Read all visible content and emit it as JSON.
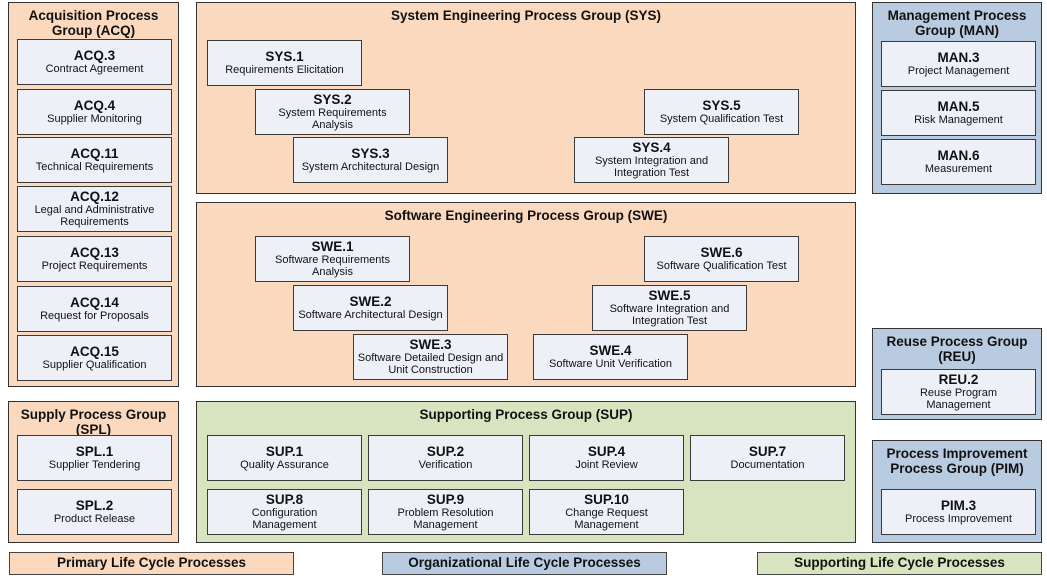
{
  "acq": {
    "title": "Acquisition Process Group (ACQ)",
    "items": [
      {
        "id": "ACQ.3",
        "name": "Contract Agreement"
      },
      {
        "id": "ACQ.4",
        "name": "Supplier Monitoring"
      },
      {
        "id": "ACQ.11",
        "name": "Technical Requirements"
      },
      {
        "id": "ACQ.12",
        "name": "Legal and Administrative Requirements"
      },
      {
        "id": "ACQ.13",
        "name": "Project Requirements"
      },
      {
        "id": "ACQ.14",
        "name": "Request for Proposals"
      },
      {
        "id": "ACQ.15",
        "name": "Supplier Qualification"
      }
    ]
  },
  "sys": {
    "title": "System Engineering Process Group (SYS)",
    "items": [
      {
        "id": "SYS.1",
        "name": "Requirements Elicitation"
      },
      {
        "id": "SYS.2",
        "name": "System Requirements Analysis"
      },
      {
        "id": "SYS.3",
        "name": "System Architectural Design"
      },
      {
        "id": "SYS.5",
        "name": "System Qualification Test"
      },
      {
        "id": "SYS.4",
        "name": "System Integration and Integration Test"
      }
    ]
  },
  "man": {
    "title": "Management Process Group (MAN)",
    "items": [
      {
        "id": "MAN.3",
        "name": "Project Management"
      },
      {
        "id": "MAN.5",
        "name": "Risk Management"
      },
      {
        "id": "MAN.6",
        "name": "Measurement"
      }
    ]
  },
  "swe": {
    "title": "Software Engineering Process Group (SWE)",
    "items": [
      {
        "id": "SWE.1",
        "name": "Software Requirements Analysis"
      },
      {
        "id": "SWE.2",
        "name": "Software Architectural Design"
      },
      {
        "id": "SWE.3",
        "name": "Software Detailed Design and Unit Construction"
      },
      {
        "id": "SWE.6",
        "name": "Software Qualification Test"
      },
      {
        "id": "SWE.5",
        "name": "Software Integration and Integration Test"
      },
      {
        "id": "SWE.4",
        "name": "Software Unit Verification"
      }
    ]
  },
  "reu": {
    "title": "Reuse Process Group (REU)",
    "items": [
      {
        "id": "REU.2",
        "name": "Reuse Program Management"
      }
    ]
  },
  "spl": {
    "title": "Supply Process Group (SPL)",
    "items": [
      {
        "id": "SPL.1",
        "name": "Supplier Tendering"
      },
      {
        "id": "SPL.2",
        "name": "Product Release"
      }
    ]
  },
  "sup": {
    "title": "Supporting Process Group (SUP)",
    "items": [
      {
        "id": "SUP.1",
        "name": "Quality Assurance"
      },
      {
        "id": "SUP.2",
        "name": "Verification"
      },
      {
        "id": "SUP.4",
        "name": "Joint Review"
      },
      {
        "id": "SUP.7",
        "name": "Documentation"
      },
      {
        "id": "SUP.8",
        "name": "Configuration Management"
      },
      {
        "id": "SUP.9",
        "name": "Problem Resolution Management"
      },
      {
        "id": "SUP.10",
        "name": "Change Request Management"
      }
    ]
  },
  "pim": {
    "title": "Process Improvement Process Group (PIM)",
    "items": [
      {
        "id": "PIM.3",
        "name": "Process Improvement"
      }
    ]
  },
  "legend": {
    "primary": "Primary Life Cycle Processes",
    "organizational": "Organizational Life Cycle Processes",
    "supporting": "Supporting Life Cycle Processes"
  },
  "colors": {
    "primary": "#fbd9bf",
    "organizational": "#b9cbe0",
    "supporting": "#d7e4bf",
    "process_box": "#edf1f7"
  }
}
